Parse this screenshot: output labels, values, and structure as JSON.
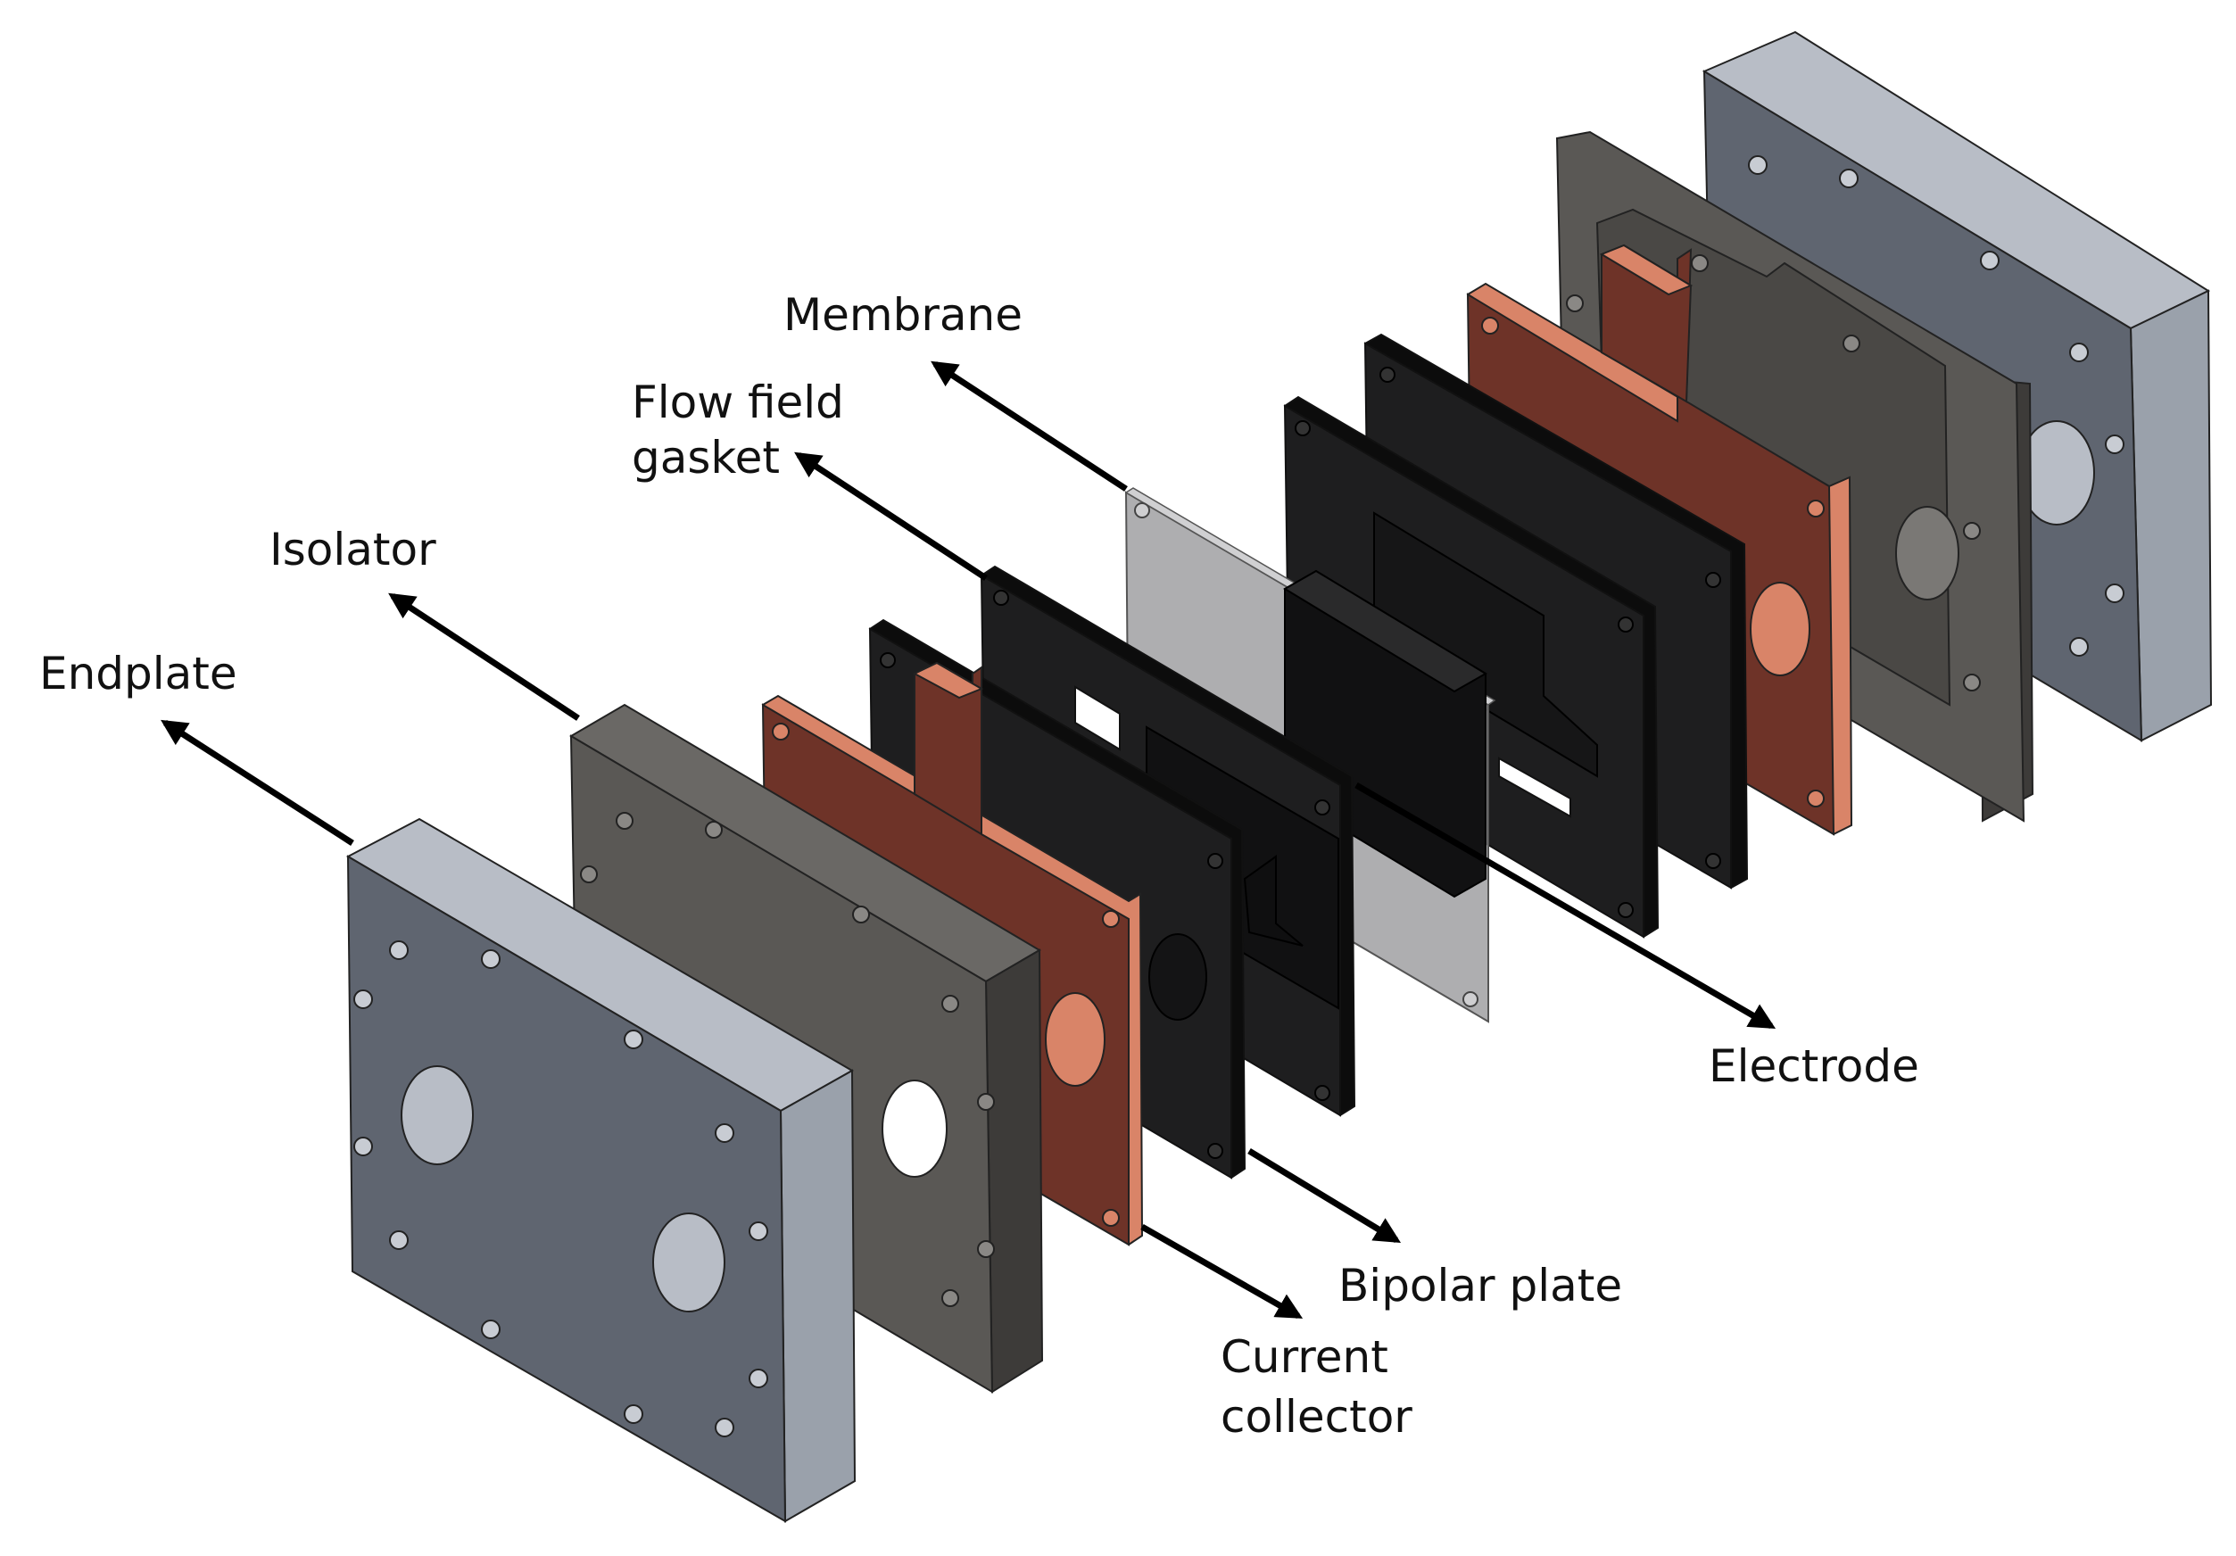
{
  "labels": {
    "membrane": "Membrane",
    "flow_field_line1": "Flow field",
    "flow_field_line2": "gasket",
    "isolator": "Isolator",
    "endplate": "Endplate",
    "electrode": "Electrode",
    "bipolar_plate": "Bipolar plate",
    "current_collector_line1": "Current",
    "current_collector_line2": "collector"
  },
  "colors": {
    "endplate_face": "#5f6570",
    "endplate_top": "#b8bdc6",
    "endplate_side": "#9aa1ab",
    "isolator_face": "#5a5855",
    "isolator_side": "#3d3b39",
    "copper_face": "#6e3328",
    "copper_edge": "#d98468",
    "black_face": "#1e1e1f",
    "black_edge": "#0c0c0c",
    "membrane_face": "#9a9a9c",
    "arrow": "#000000"
  }
}
